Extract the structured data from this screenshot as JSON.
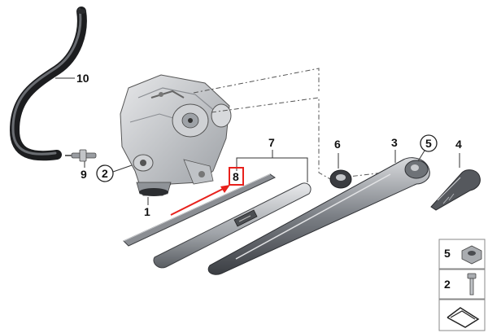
{
  "parts": {
    "p1": "1",
    "p2": "2",
    "p3": "3",
    "p4": "4",
    "p5": "5",
    "p6": "6",
    "p7": "7",
    "p8": "8",
    "p9": "9",
    "p10": "10"
  },
  "legend": {
    "item5": "5",
    "item2": "2"
  },
  "colors": {
    "highlight": "#e8211c",
    "part_dark": "#4a4d52",
    "part_light": "#b9bcc1"
  }
}
